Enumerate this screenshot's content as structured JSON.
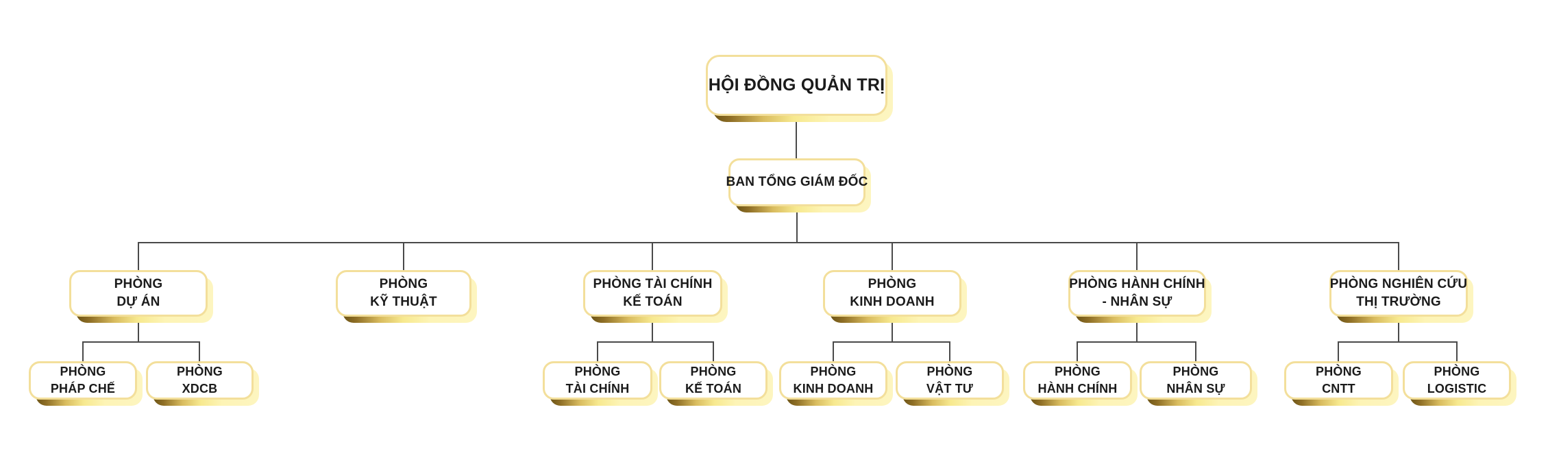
{
  "org_chart": {
    "root": {
      "label": "HỘI ĐỒNG QUẢN TRỊ"
    },
    "executive": {
      "label": "BAN TỔNG GIÁM ĐỐC"
    },
    "departments": [
      {
        "label": "PHÒNG\nDỰ ÁN",
        "children": [
          {
            "label": "PHÒNG\nPHÁP CHẾ"
          },
          {
            "label": "PHÒNG\nXDCB"
          }
        ]
      },
      {
        "label": "PHÒNG\nKỸ THUẬT",
        "children": []
      },
      {
        "label": "PHÒNG TÀI CHÍNH\nKẾ TOÁN",
        "children": [
          {
            "label": "PHÒNG\nTÀI CHÍNH"
          },
          {
            "label": "PHÒNG\nKẾ TOÁN"
          }
        ]
      },
      {
        "label": "PHÒNG\nKINH DOANH",
        "children": [
          {
            "label": "PHÒNG\nKINH DOANH"
          },
          {
            "label": "PHÒNG\nVẬT TƯ"
          }
        ]
      },
      {
        "label": "PHÒNG HÀNH CHÍNH\n- NHÂN SỰ",
        "children": [
          {
            "label": "PHÒNG\nHÀNH CHÍNH"
          },
          {
            "label": "PHÒNG\nNHÂN SỰ"
          }
        ]
      },
      {
        "label": "PHÒNG NGHIÊN CỨU\nTHỊ TRƯỜNG",
        "children": [
          {
            "label": "PHÒNG\nCNTT"
          },
          {
            "label": "PHÒNG\nLOGISTIC"
          }
        ]
      }
    ],
    "colors": {
      "box_fill": "#ffffff",
      "box_border": "#f3df9b",
      "shadow_gradient_dark": "#6b5315",
      "shadow_gradient_gold": "#d9bc5f",
      "shadow_gradient_light": "#fdf5c0",
      "text": "#1b1b1b",
      "connector": "#4a4a4a"
    }
  }
}
